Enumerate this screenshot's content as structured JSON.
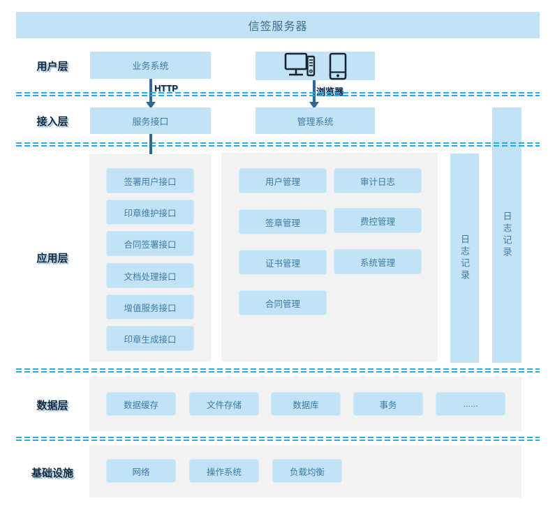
{
  "banner": {
    "title": "信签服务器"
  },
  "user_layer": {
    "label": "用户层",
    "business_system": "业务系统",
    "http_label": "HTTP",
    "browser_label": "浏览器",
    "desktop_icon": "desktop-computer-icon",
    "phone_icon": "smartphone-icon"
  },
  "access_layer": {
    "label": "接入层",
    "service_interface": "服务接口",
    "management_system": "管理系统"
  },
  "app_layer": {
    "label": "应用层",
    "interface_boxes": [
      "签署用户接口",
      "印章维护接口",
      "合同签署接口",
      "文档处理接口",
      "增值服务接口",
      "印章生成接口"
    ],
    "management_col1": [
      "用户管理",
      "签章管理",
      "证书管理",
      "合同管理"
    ],
    "management_col2": [
      "审计日志",
      "费控管理",
      "系统管理"
    ],
    "log_bar_inner": "日志记录",
    "log_bar_outer": "日志记录"
  },
  "data_layer": {
    "label": "数据层",
    "boxes": [
      "数据缓存",
      "文件存储",
      "数据库",
      "事务",
      "......"
    ]
  },
  "infra_layer": {
    "label": "基础设施",
    "boxes": [
      "网络",
      "操作系统",
      "负载均衡"
    ]
  },
  "colors": {
    "box_blue": "#c2e3f5",
    "panel_gray": "#f2f2f3",
    "dashed_line": "#29abe2",
    "arrow": "#2f6890",
    "box_text": "#3e7aa6",
    "label_dark": "#13293d",
    "icon_dark": "#1b2530"
  }
}
